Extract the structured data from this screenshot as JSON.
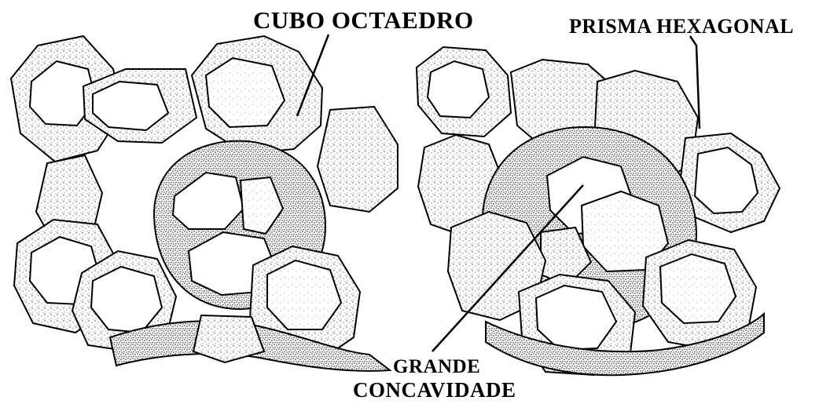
{
  "labels": {
    "cubo_octaedro": "CUBO OCTAEDRO",
    "prisma_hexagonal": "PRISMA HEXAGONAL",
    "grande": "GRANDE",
    "concavidade": "CONCAVIDADE"
  },
  "colors": {
    "line": "#000000",
    "background": "#ffffff",
    "stipple": "#4a4a4a"
  }
}
